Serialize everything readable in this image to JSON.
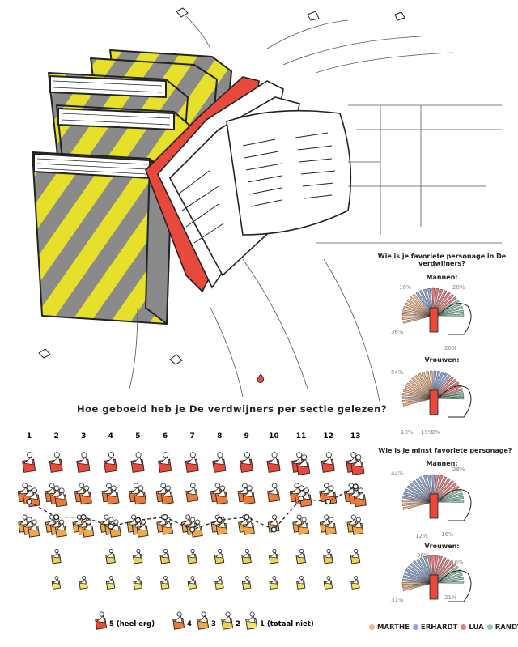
{
  "title": "Hoe geboeid heb je De verdwijners per sectie gelezen?",
  "chart_data": {
    "type": "scatter",
    "title": "Hoe geboeid heb je De verdwijners per sectie gelezen?",
    "sections": [
      "1",
      "2",
      "3",
      "4",
      "5",
      "6",
      "7",
      "8",
      "9",
      "10",
      "11",
      "12",
      "13"
    ],
    "levels": [
      5,
      4,
      3,
      2,
      1
    ],
    "level_labels": [
      "5 (heel erg)",
      "4",
      "3",
      "2",
      "1 (totaal niet)"
    ],
    "icon_counts": [
      [
        1,
        3,
        3,
        0,
        0
      ],
      [
        1,
        3,
        3,
        1,
        1
      ],
      [
        1,
        2,
        3,
        0,
        1
      ],
      [
        1,
        2,
        3,
        1,
        1
      ],
      [
        1,
        2,
        3,
        1,
        1
      ],
      [
        1,
        2,
        2,
        1,
        1
      ],
      [
        1,
        1,
        3,
        1,
        1
      ],
      [
        1,
        2,
        2,
        1,
        1
      ],
      [
        1,
        2,
        2,
        1,
        1
      ],
      [
        1,
        1,
        1,
        1,
        1
      ],
      [
        2,
        3,
        2,
        1,
        1
      ],
      [
        1,
        2,
        2,
        1,
        1
      ],
      [
        2,
        3,
        2,
        1,
        1
      ]
    ],
    "average_line": [
      3.8,
      3.3,
      3.3,
      3.0,
      3.2,
      3.3,
      2.9,
      3.2,
      3.3,
      2.9,
      3.9,
      3.8,
      4.3
    ],
    "level_colors": {
      "5": "#e8493a",
      "4": "#f07a3a",
      "3": "#f2a84a",
      "2": "#f2cf57",
      "1": "#f4e366"
    }
  },
  "favorite": {
    "question": "Wie is je favoriete personage in De verdwijners?",
    "men_label": "Mannen:",
    "women_label": "Vrouwen:",
    "men": {
      "Marthe": 36,
      "Erhardt": 16,
      "Lua": 28,
      "Randy": 20
    },
    "men_labels": [
      "16%",
      "28%",
      "36%",
      "20%"
    ],
    "women": {
      "Marthe": 54,
      "Erhardt": 18,
      "Lua": 19,
      "Randy": 9
    },
    "women_labels": [
      "54%",
      "18%",
      "19%",
      "9%"
    ]
  },
  "least_favorite": {
    "question": "Wie is je minst favoriete personage?",
    "men_label": "Mannen:",
    "women_label": "Vrouwen:",
    "men": {
      "Marthe": 12,
      "Erhardt": 44,
      "Lua": 28,
      "Randy": 16
    },
    "men_labels": [
      "44%",
      "28%",
      "12%",
      "16%"
    ],
    "women": {
      "Marthe": 10,
      "Erhardt": 38,
      "Lua": 31,
      "Randy": 21
    },
    "women_labels": [
      "38%",
      "10%",
      "31%",
      "21%"
    ]
  },
  "characters": [
    {
      "name": "Marthe",
      "color": "#f2b48a"
    },
    {
      "name": "Erhardt",
      "color": "#8fa6d8"
    },
    {
      "name": "Lua",
      "color": "#e87c7c"
    },
    {
      "name": "Randy",
      "color": "#8fcbb0"
    }
  ],
  "colors": {
    "book_yellow": "#e6e02a",
    "book_gray": "#8a8a8a",
    "book_red": "#e8493a",
    "ink": "#222222"
  }
}
